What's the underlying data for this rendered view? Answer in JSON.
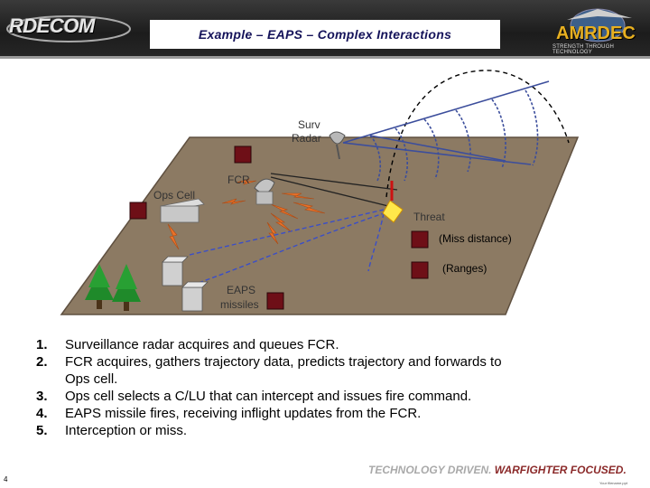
{
  "header": {
    "title": "Example – EAPS – Complex Interactions",
    "logo_left": "RDECOM",
    "logo_right": "AMRDEC",
    "logo_right_sub": "STRENGTH THROUGH TECHNOLOGY"
  },
  "diagram": {
    "labels": {
      "surv": "Surv",
      "radar": "Radar",
      "fcr": "FCR",
      "ops_cell": "Ops Cell",
      "threat": "Threat",
      "miss_distance": "(Miss distance)",
      "ranges": "(Ranges)",
      "eaps": "EAPS",
      "missiles": "missiles"
    },
    "colors": {
      "ground": "#8c7a63",
      "ground_edge": "#5f5040",
      "dark_square": "#6e0f17",
      "radar_beam": "#3c4e9c",
      "trajectory": "#000000",
      "signal": "#e8722a",
      "missile_path": "#3a4ec8"
    }
  },
  "steps": [
    {
      "num": "1.",
      "text": "Surveillance radar acquires and queues FCR."
    },
    {
      "num": "2.",
      "text": "FCR acquires, gathers trajectory data, predicts trajectory and forwards to"
    },
    {
      "num": "",
      "text": "Ops cell."
    },
    {
      "num": "3.",
      "text": "Ops cell selects a C/LU that can intercept and issues fire command."
    },
    {
      "num": "4.",
      "text": "EAPS missile fires, receiving inflight updates from the FCR."
    },
    {
      "num": "5.",
      "text": "Interception or miss."
    }
  ],
  "footer": {
    "page_number": "4",
    "tag_part1": "TECHNOLOGY DRIVEN. ",
    "tag_part2": "WARFIGHTER FOCUSED.",
    "file_name": "Your filename.ppt"
  }
}
